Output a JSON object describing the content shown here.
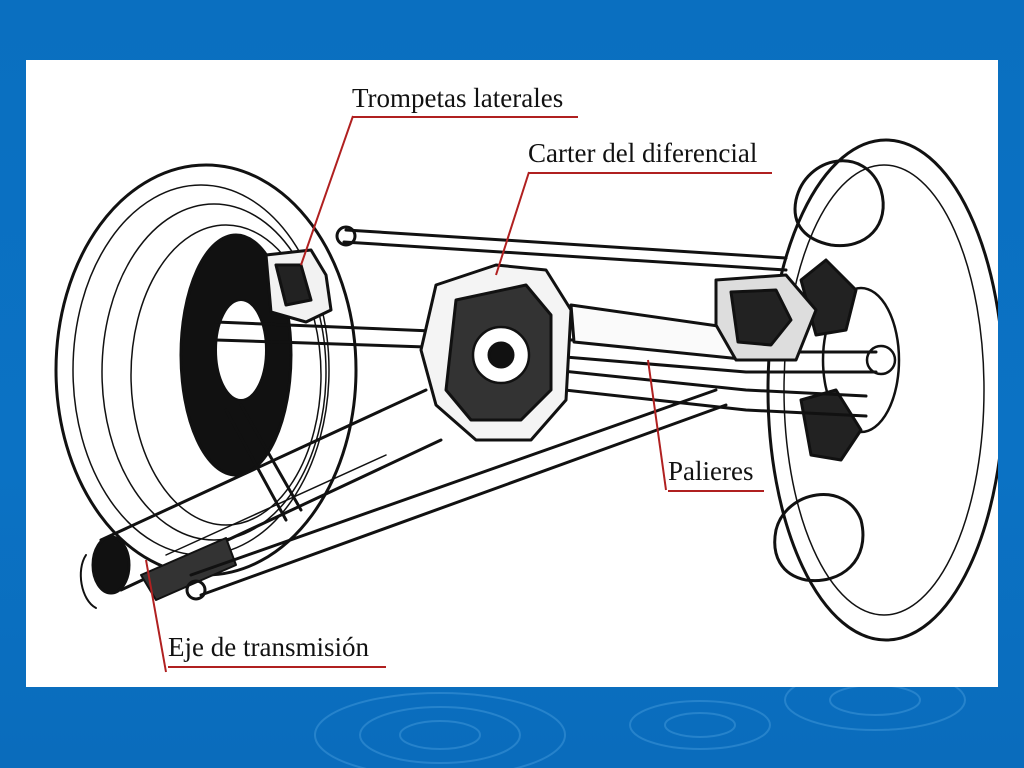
{
  "labels": {
    "trompetas": "Trompetas laterales",
    "carter": "Carter del diferencial",
    "palieres": "Palieres",
    "eje": "Eje de transmisión"
  },
  "colors": {
    "background": "#0b72c4",
    "panel": "#ffffff",
    "leader_line": "#b02020",
    "ink": "#111111"
  }
}
